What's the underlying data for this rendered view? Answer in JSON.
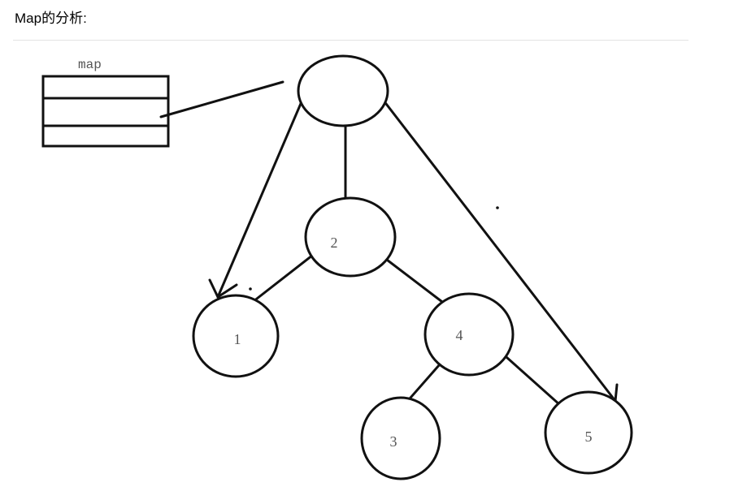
{
  "heading": "Map的分析:",
  "diagram": {
    "map_label": "map",
    "nodes": {
      "root": "",
      "n1": "1",
      "n2": "2",
      "n3": "3",
      "n4": "4",
      "n5": "5"
    }
  }
}
